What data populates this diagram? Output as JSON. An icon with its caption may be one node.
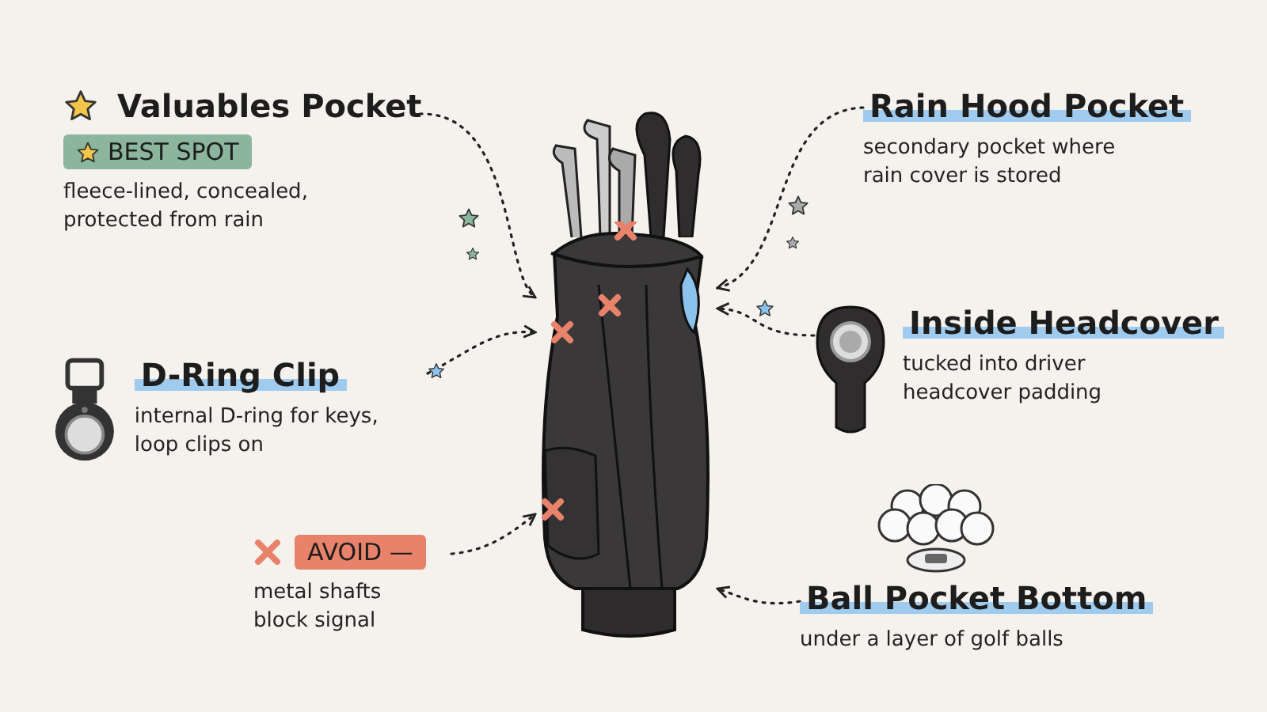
{
  "diagram": {
    "nodes": [
      {
        "text": [
          "Valuables Pocket",
          "BEST SPOT",
          "fleece-lined, concealed, protected from rain"
        ]
      },
      {
        "text": [
          "Rain Hood Pocket",
          "secondary pocket where rain cover is stored"
        ]
      },
      {
        "text": [
          "D-Ring Clip",
          "internal D-ring for keys, loop clips on"
        ]
      },
      {
        "text": [
          "Inside Headcover",
          "tucked into driver headcover padding"
        ]
      },
      {
        "text": [
          "AVOID —",
          "metal shafts block signal"
        ]
      },
      {
        "text": [
          "Ball Pocket Bottom",
          "under a layer of golf balls"
        ]
      },
      {
        "text": [],
        "shape": "picture"
      }
    ],
    "edges": [
      {
        "from": 0,
        "to": 6,
        "arrow": "to",
        "style": "dashed"
      },
      {
        "from": 1,
        "to": 6,
        "arrow": "to",
        "style": "dashed"
      },
      {
        "from": 2,
        "to": 6,
        "arrow": "to",
        "style": "dashed"
      },
      {
        "from": 3,
        "to": 6,
        "arrow": "to",
        "style": "dashed"
      },
      {
        "from": 4,
        "to": 6,
        "arrow": "to",
        "style": "dashed"
      },
      {
        "from": 5,
        "to": 6,
        "arrow": "to",
        "style": "dashed"
      }
    ]
  }
}
